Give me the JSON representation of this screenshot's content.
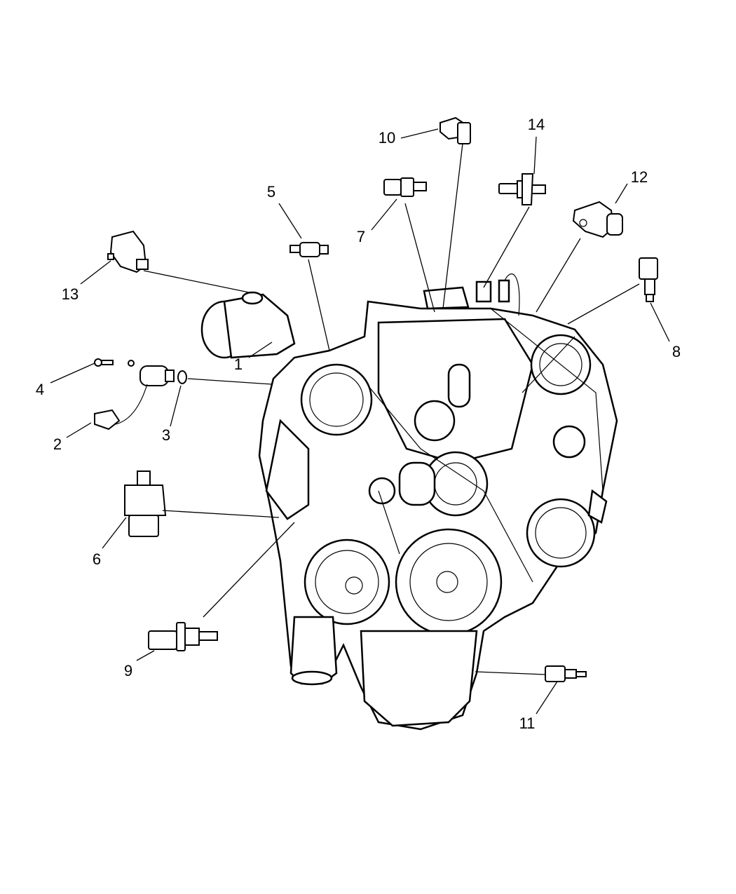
{
  "diagram": {
    "type": "exploded parts diagram",
    "callouts": [
      {
        "id": "1",
        "label": "1"
      },
      {
        "id": "2",
        "label": "2"
      },
      {
        "id": "3",
        "label": "3"
      },
      {
        "id": "4",
        "label": "4"
      },
      {
        "id": "5",
        "label": "5"
      },
      {
        "id": "6",
        "label": "6"
      },
      {
        "id": "7",
        "label": "7"
      },
      {
        "id": "8",
        "label": "8"
      },
      {
        "id": "9",
        "label": "9"
      },
      {
        "id": "10",
        "label": "10"
      },
      {
        "id": "11",
        "label": "11"
      },
      {
        "id": "12",
        "label": "12"
      },
      {
        "id": "13",
        "label": "13"
      },
      {
        "id": "14",
        "label": "14"
      }
    ]
  }
}
